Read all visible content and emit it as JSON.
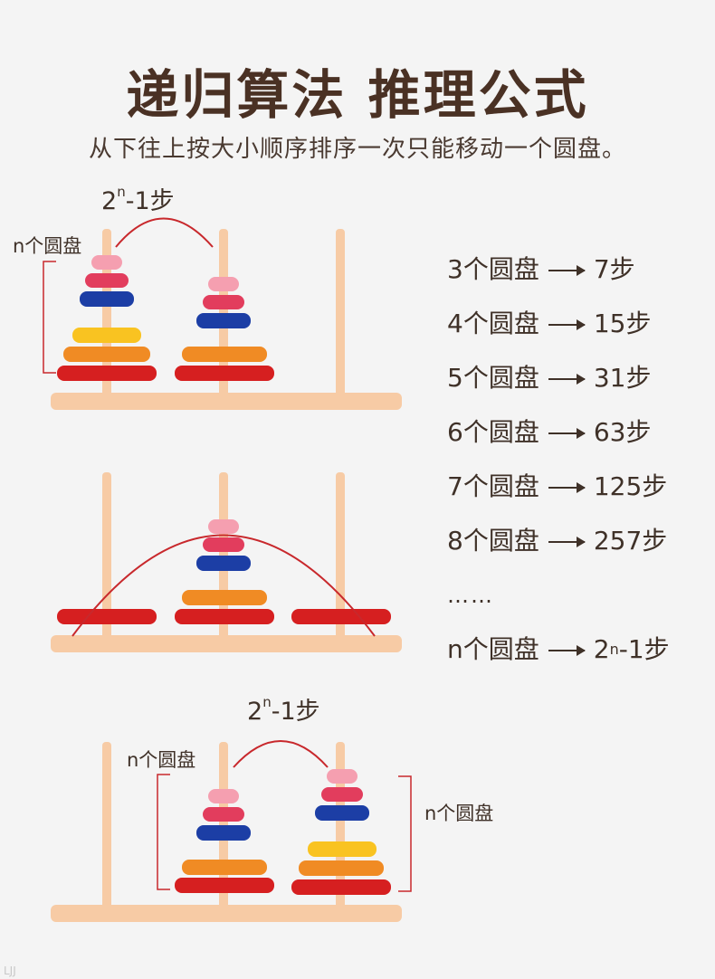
{
  "title": "递归算法 推理公式",
  "subtitle": "从下往上按大小顺序排序一次只能移动一个圆盘。",
  "formula_prefix": "2",
  "formula_exponent": "n",
  "formula_suffix": "-1步",
  "n_disks_label": "n个圆盘",
  "list": [
    {
      "left": "3个圆盘",
      "right": "7步"
    },
    {
      "left": "4个圆盘",
      "right": "15步"
    },
    {
      "left": "5个圆盘",
      "right": "31步"
    },
    {
      "left": "6个圆盘",
      "right": "63步"
    },
    {
      "left": "7个圆盘",
      "right": "125步"
    },
    {
      "left": "8个圆盘",
      "right": "257步"
    }
  ],
  "ellipsis": "……",
  "last_row": {
    "left": "n个圆盘",
    "base": "2",
    "exp": "n",
    "suffix": "-1步"
  },
  "watermark": "LJJ",
  "colors": {
    "wood": "#f7cba5",
    "arc": "#c8282c",
    "disk_red": "#d61f20",
    "disk_orange": "#f08b24",
    "disk_yellow": "#f9c321",
    "disk_blue": "#1c3ea5",
    "disk_crimson": "#e23d5d",
    "disk_pink": "#f59fb0"
  }
}
